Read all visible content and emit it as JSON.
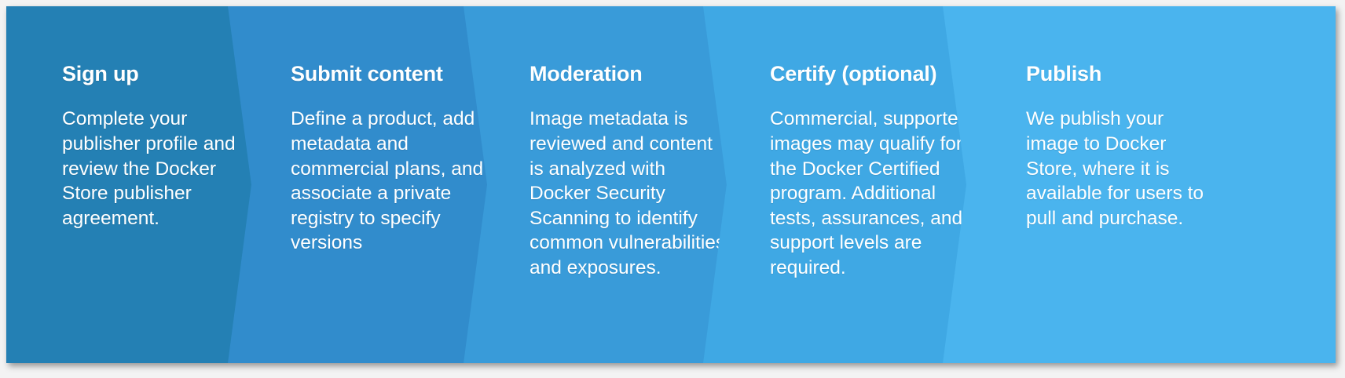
{
  "diagram": {
    "kind": "chevron-process-flow",
    "background_color": "#f3f3f3",
    "text_color": "#ffffff",
    "stages": [
      {
        "index": 1,
        "name": "sign-up",
        "title": "Sign up",
        "description": "Complete your publisher profile and review the Docker Store publisher agreement.",
        "color": "#2480b4",
        "shape": "flat-left-point-right"
      },
      {
        "index": 2,
        "name": "submit-content",
        "title": "Submit content",
        "description": "Define a product, add metadata and commercial plans, and associate a private registry to specify versions",
        "color": "#318ccc",
        "shape": "chevron"
      },
      {
        "index": 3,
        "name": "moderation",
        "title": "Moderation",
        "description": "Image metadata is reviewed and content is analyzed with Docker Security Scanning to identify common vulnerabilities and exposures.",
        "color": "#399bd9",
        "shape": "chevron"
      },
      {
        "index": 4,
        "name": "certify",
        "title": "Certify (optional)",
        "description": "Commercial, supported images may qualify for the Docker Certified program.  Additional tests, assurances, and support levels are required.",
        "color": "#3fa8e4",
        "shape": "chevron"
      },
      {
        "index": 5,
        "name": "publish",
        "title": "Publish",
        "description": "We publish your image to Docker Store, where it is available for users to pull and purchase.",
        "color": "#4ab4ee",
        "shape": "notch-left-flat-right"
      }
    ]
  }
}
